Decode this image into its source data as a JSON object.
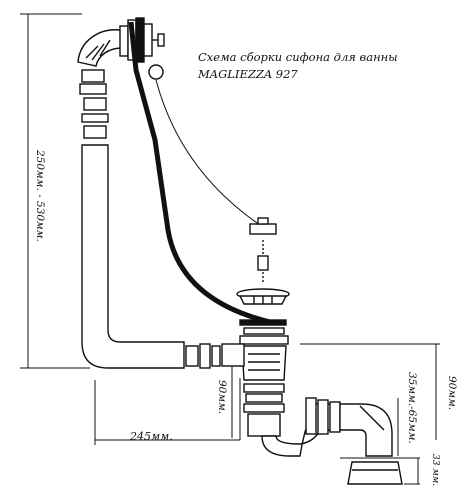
{
  "title": {
    "line1": "Схема сборки сифона для ванны",
    "line2": "MAGLIEZZA 927"
  },
  "dimensions": {
    "height_range": "250мм. - 530мм.",
    "horizontal_length": "245мм.",
    "drop_90_left": "90мм.",
    "range_35_65": "35мм.-65мм.",
    "drop_90_right": "90мм.",
    "outlet_33": "33 мм."
  },
  "colors": {
    "line": "#111111",
    "fill": "#ffffff",
    "cable": "#111111"
  }
}
